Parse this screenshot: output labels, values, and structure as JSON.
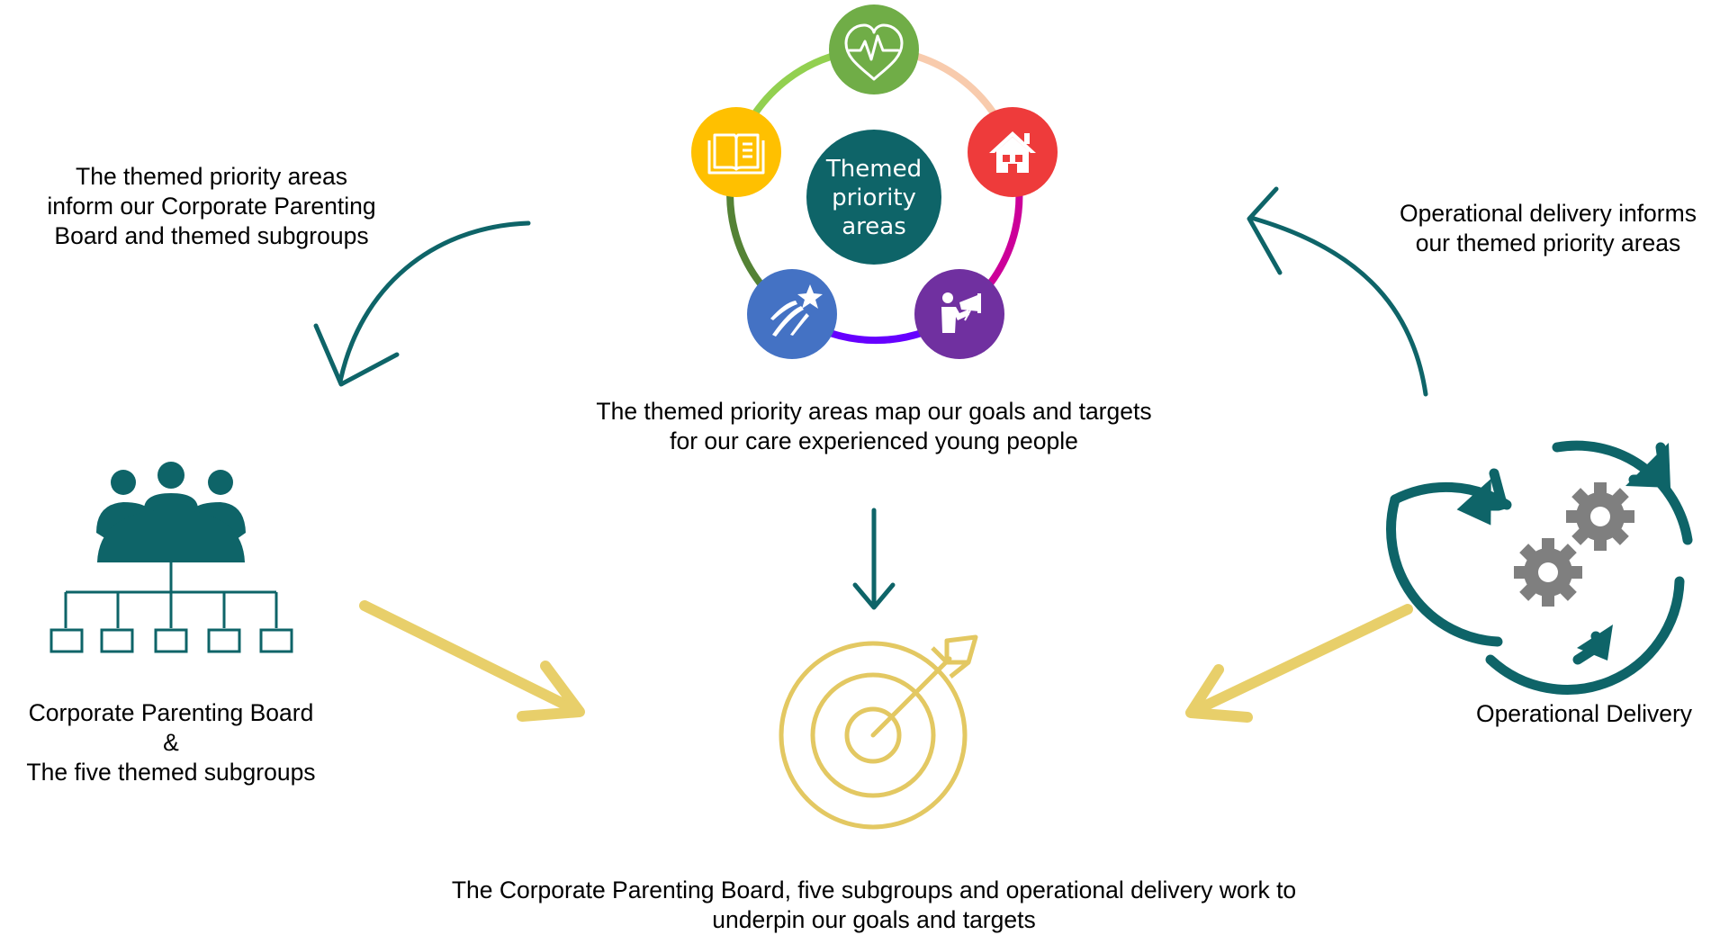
{
  "center": {
    "lines": [
      "Themed",
      "priority",
      "areas"
    ]
  },
  "texts": {
    "top_left": "The themed priority areas\ninform our Corporate Parenting\nBoard and themed subgroups",
    "top_right": "Operational delivery informs\nour themed priority areas",
    "middle": "The themed priority areas map our goals and targets\nfor our care experienced young people",
    "left_label": "Corporate Parenting Board\n&\nThe five themed subgroups",
    "right_label": "Operational Delivery",
    "bottom": "The Corporate Parenting Board, five subgroups and operational delivery work to\nunderpin our goals and targets"
  },
  "nodes": [
    {
      "name": "health",
      "icon": "heart-monitor-icon",
      "color": "#70AD47"
    },
    {
      "name": "home",
      "icon": "house-icon",
      "color": "#EE3B3B"
    },
    {
      "name": "voice",
      "icon": "person-megaphone-icon",
      "color": "#7030A0"
    },
    {
      "name": "aspiration",
      "icon": "shooting-star-icon",
      "color": "#4472C4"
    },
    {
      "name": "education",
      "icon": "open-book-icon",
      "color": "#FFC000"
    }
  ],
  "ring_segments": [
    {
      "from": "health",
      "to": "home",
      "color": "#F8CBAD"
    },
    {
      "from": "home",
      "to": "voice",
      "color": "#CC0099"
    },
    {
      "from": "voice",
      "to": "aspiration",
      "color": "#6600FF"
    },
    {
      "from": "aspiration",
      "to": "education",
      "color": "#548235"
    },
    {
      "from": "education",
      "to": "health",
      "color": "#92D050"
    }
  ],
  "colors": {
    "teal": "#0E6468",
    "gold": "#E3C862",
    "gold_light": "#E8CF6A",
    "gear": "#7F7F7F",
    "center": "#0E6468"
  }
}
